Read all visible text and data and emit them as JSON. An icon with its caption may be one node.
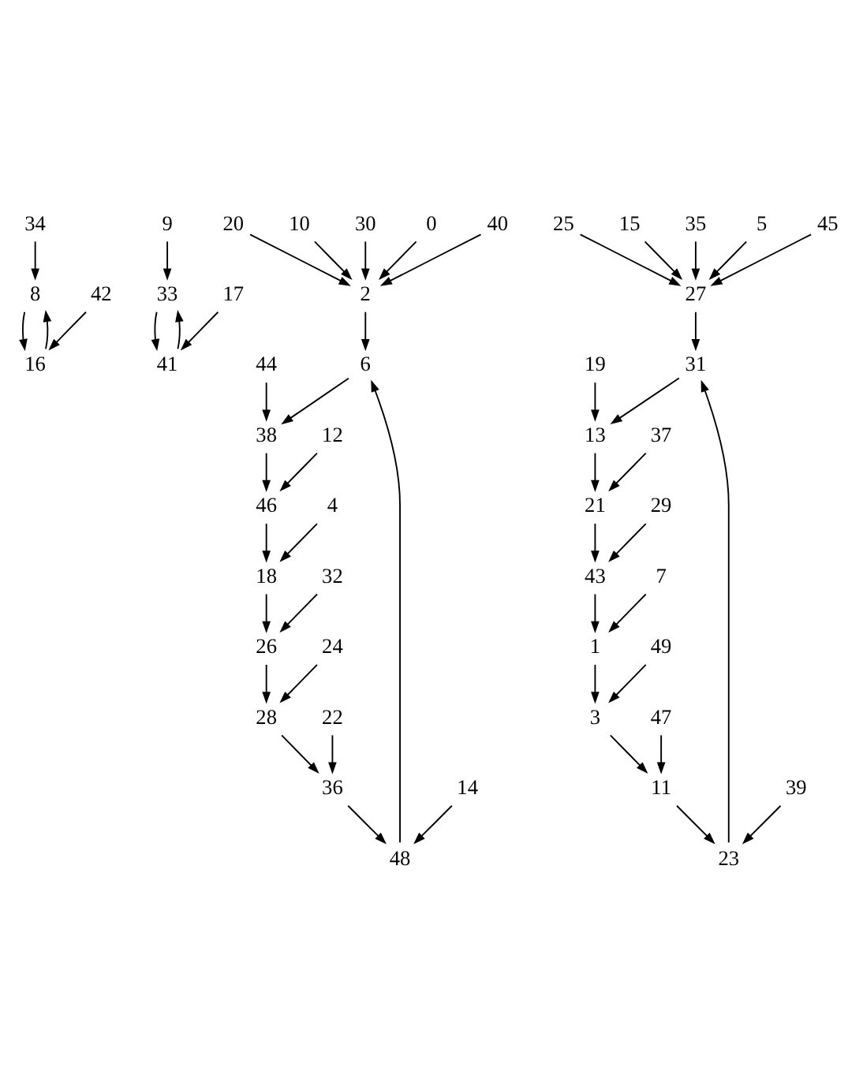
{
  "diagram": {
    "nodes": [
      {
        "text": [
          "34"
        ]
      },
      {
        "text": [
          "9"
        ]
      },
      {
        "text": [
          "8"
        ]
      },
      {
        "text": [
          "33"
        ]
      },
      {
        "text": [
          "16"
        ]
      },
      {
        "text": [
          "41"
        ]
      },
      {
        "text": [
          "42"
        ]
      },
      {
        "text": [
          "17"
        ]
      },
      {
        "text": [
          "20"
        ]
      },
      {
        "text": [
          "25"
        ]
      },
      {
        "text": [
          "10"
        ]
      },
      {
        "text": [
          "30"
        ]
      },
      {
        "text": [
          "15"
        ]
      },
      {
        "text": [
          "35"
        ]
      },
      {
        "text": [
          "0"
        ]
      },
      {
        "text": [
          "40"
        ]
      },
      {
        "text": [
          "5"
        ]
      },
      {
        "text": [
          "45"
        ]
      },
      {
        "text": [
          "2"
        ]
      },
      {
        "text": [
          "27"
        ]
      },
      {
        "text": [
          "6"
        ]
      },
      {
        "text": [
          "31"
        ]
      },
      {
        "text": [
          "14"
        ]
      },
      {
        "text": [
          "48"
        ]
      },
      {
        "text": [
          "38"
        ]
      },
      {
        "text": [
          "44"
        ]
      },
      {
        "text": [
          "39"
        ]
      },
      {
        "text": [
          "23"
        ]
      },
      {
        "text": [
          "13"
        ]
      },
      {
        "text": [
          "19"
        ]
      },
      {
        "text": [
          "22"
        ]
      },
      {
        "text": [
          "36"
        ]
      },
      {
        "text": [
          "46"
        ]
      },
      {
        "text": [
          "12"
        ]
      },
      {
        "text": [
          "47"
        ]
      },
      {
        "text": [
          "11"
        ]
      },
      {
        "text": [
          "21"
        ]
      },
      {
        "text": [
          "37"
        ]
      },
      {
        "text": [
          "24"
        ]
      },
      {
        "text": [
          "28"
        ]
      },
      {
        "text": [
          "18"
        ]
      },
      {
        "text": [
          "4"
        ]
      },
      {
        "text": [
          "49"
        ]
      },
      {
        "text": [
          "3"
        ]
      },
      {
        "text": [
          "43"
        ]
      },
      {
        "text": [
          "29"
        ]
      },
      {
        "text": [
          "26"
        ]
      },
      {
        "text": [
          "1"
        ]
      },
      {
        "text": [
          "32"
        ]
      },
      {
        "text": [
          "7"
        ]
      }
    ],
    "edges": [
      {
        "from": 0,
        "to": 2,
        "arrow": "to"
      },
      {
        "from": 2,
        "to": 4,
        "arrow": "to"
      },
      {
        "from": 4,
        "to": 2,
        "arrow": "to"
      },
      {
        "from": 6,
        "to": 4,
        "arrow": "to"
      },
      {
        "from": 1,
        "to": 3,
        "arrow": "to"
      },
      {
        "from": 3,
        "to": 5,
        "arrow": "to"
      },
      {
        "from": 5,
        "to": 3,
        "arrow": "to"
      },
      {
        "from": 7,
        "to": 5,
        "arrow": "to"
      },
      {
        "from": 14,
        "to": 18,
        "arrow": "to"
      },
      {
        "from": 10,
        "to": 18,
        "arrow": "to"
      },
      {
        "from": 8,
        "to": 18,
        "arrow": "to"
      },
      {
        "from": 11,
        "to": 18,
        "arrow": "to"
      },
      {
        "from": 15,
        "to": 18,
        "arrow": "to"
      },
      {
        "from": 18,
        "to": 20,
        "arrow": "to"
      },
      {
        "from": 20,
        "to": 24,
        "arrow": "to"
      },
      {
        "from": 24,
        "to": 32,
        "arrow": "to"
      },
      {
        "from": 32,
        "to": 40,
        "arrow": "to"
      },
      {
        "from": 40,
        "to": 46,
        "arrow": "to"
      },
      {
        "from": 46,
        "to": 39,
        "arrow": "to"
      },
      {
        "from": 39,
        "to": 31,
        "arrow": "to"
      },
      {
        "from": 31,
        "to": 23,
        "arrow": "to"
      },
      {
        "from": 23,
        "to": 20,
        "arrow": "to"
      },
      {
        "from": 22,
        "to": 23,
        "arrow": "to"
      },
      {
        "from": 25,
        "to": 24,
        "arrow": "to"
      },
      {
        "from": 30,
        "to": 31,
        "arrow": "to"
      },
      {
        "from": 33,
        "to": 32,
        "arrow": "to"
      },
      {
        "from": 38,
        "to": 39,
        "arrow": "to"
      },
      {
        "from": 41,
        "to": 40,
        "arrow": "to"
      },
      {
        "from": 48,
        "to": 46,
        "arrow": "to"
      },
      {
        "from": 16,
        "to": 19,
        "arrow": "to"
      },
      {
        "from": 12,
        "to": 19,
        "arrow": "to"
      },
      {
        "from": 9,
        "to": 19,
        "arrow": "to"
      },
      {
        "from": 13,
        "to": 19,
        "arrow": "to"
      },
      {
        "from": 17,
        "to": 19,
        "arrow": "to"
      },
      {
        "from": 19,
        "to": 21,
        "arrow": "to"
      },
      {
        "from": 21,
        "to": 28,
        "arrow": "to"
      },
      {
        "from": 28,
        "to": 36,
        "arrow": "to"
      },
      {
        "from": 36,
        "to": 44,
        "arrow": "to"
      },
      {
        "from": 44,
        "to": 47,
        "arrow": "to"
      },
      {
        "from": 47,
        "to": 43,
        "arrow": "to"
      },
      {
        "from": 43,
        "to": 35,
        "arrow": "to"
      },
      {
        "from": 35,
        "to": 27,
        "arrow": "to"
      },
      {
        "from": 27,
        "to": 21,
        "arrow": "to"
      },
      {
        "from": 26,
        "to": 27,
        "arrow": "to"
      },
      {
        "from": 29,
        "to": 28,
        "arrow": "to"
      },
      {
        "from": 34,
        "to": 35,
        "arrow": "to"
      },
      {
        "from": 37,
        "to": 36,
        "arrow": "to"
      },
      {
        "from": 42,
        "to": 43,
        "arrow": "to"
      },
      {
        "from": 45,
        "to": 44,
        "arrow": "to"
      },
      {
        "from": 49,
        "to": 47,
        "arrow": "to"
      }
    ]
  }
}
